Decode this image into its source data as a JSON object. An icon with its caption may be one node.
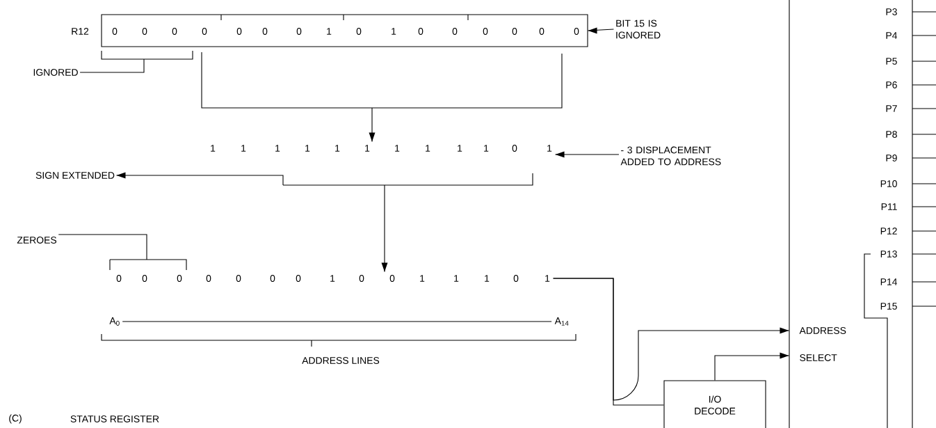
{
  "diagram": {
    "nodes": [
      {
        "text": [
          "0",
          "0",
          "0",
          "0",
          "0",
          "0",
          "0",
          "1",
          "0",
          "1",
          "0",
          "0",
          "0",
          "0",
          "0",
          "0"
        ]
      },
      {
        "text": [
          "BIT 15 IS IGNORED"
        ]
      },
      {
        "text": [
          "IGNORED"
        ]
      },
      {
        "text": [
          "1",
          "1",
          "1",
          "1",
          "1",
          "1",
          "1",
          "1",
          "1",
          "1",
          "0",
          "1"
        ]
      },
      {
        "text": [
          "- 3 DISPLACEMENT ADDED TO ADDRESS"
        ]
      },
      {
        "text": [
          "SIGN EXTENDED"
        ]
      },
      {
        "text": [
          "0",
          "0",
          "0",
          "0",
          "0",
          "0",
          "0",
          "1",
          "0",
          "0",
          "1",
          "1",
          "1",
          "0",
          "1"
        ]
      },
      {
        "text": [
          "ZEROES"
        ]
      },
      {
        "text": [
          "I/O DECODE"
        ]
      },
      {
        "text": [
          "ADDRESS",
          "SELECT",
          "P3",
          "P4",
          "P5",
          "P6",
          "P7",
          "P8",
          "P9",
          "P10",
          "P11",
          "P12",
          "P13",
          "P14",
          "P15"
        ]
      }
    ],
    "edges": [
      {
        "from": 1,
        "to": 0,
        "arrow": "to"
      },
      {
        "from": 2,
        "to": 0,
        "arrow": "none"
      },
      {
        "from": 0,
        "to": 3,
        "arrow": "to"
      },
      {
        "from": 4,
        "to": 3,
        "arrow": "to"
      },
      {
        "from": 3,
        "to": 5,
        "arrow": "to"
      },
      {
        "from": 3,
        "to": 6,
        "arrow": "to"
      },
      {
        "from": 7,
        "to": 6,
        "arrow": "none"
      },
      {
        "from": 6,
        "to": 9,
        "arrow": "to"
      },
      {
        "from": 6,
        "to": 8,
        "arrow": "none"
      },
      {
        "from": 8,
        "to": 9,
        "arrow": "to"
      }
    ],
    "labels": [
      "R12",
      "A$_{0}$",
      "A$_{14}$",
      "ADDRESS LINES",
      "(C)",
      "STATUS REGISTER"
    ]
  }
}
